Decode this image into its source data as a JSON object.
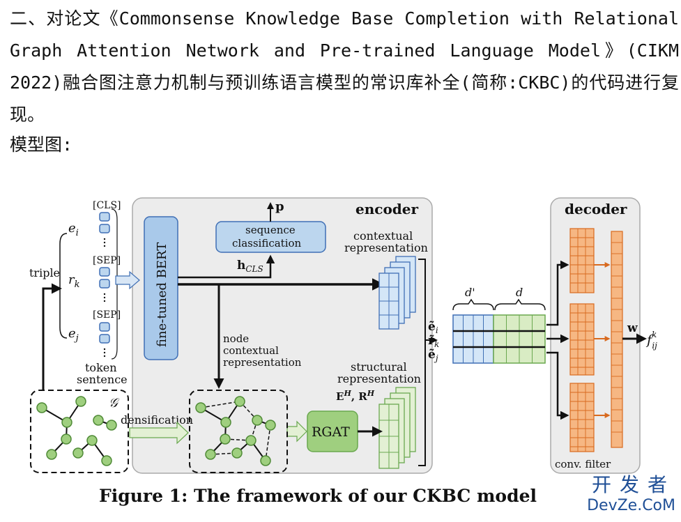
{
  "intro": {
    "text": "二、对论文《Commonsense Knowledge Base Completion with Relational Graph Attention Network and Pre-trained Language Model》(CIKM 2022)融合图注意力机制与预训练语言模型的常识库补全(简称:CKBC)的代码进行复现。",
    "figure_label": "模型图:"
  },
  "figure": {
    "encoder_title": "encoder",
    "decoder_title": "decoder",
    "bert_label": "fine-tuned BERT",
    "seq_class_line1": "sequence",
    "seq_class_line2": "classification",
    "p_label": "p",
    "hcls_label": "h",
    "hcls_sub": "CLS",
    "contextual_line1": "contextual",
    "contextual_line2": "representation",
    "node_line1": "node",
    "node_line2": "contextual",
    "node_line3": "representation",
    "structural_line1": "structural",
    "structural_line2": "representation",
    "eh_rh": "E",
    "eh_sup": "H",
    "rh": "R",
    "rgat_label": "RGAT",
    "densification": "densification",
    "graph_symbol": "𝒢",
    "triple": "triple",
    "ei": "e",
    "ei_sub": "i",
    "rk": "r",
    "rk_sub": "k",
    "ej": "e",
    "ej_sub": "j",
    "cls_token": "[CLS]",
    "sep_token_1": "[SEP]",
    "sep_token_2": "[SEP]",
    "token_sentence_1": "token",
    "token_sentence_2": "sentence",
    "d_prime": "d'",
    "d": "d",
    "tilde_e_i": "ẽ",
    "tilde_r_k": "r̃",
    "tilde_e_j": "ẽ",
    "w_label": "w",
    "f_label": "f",
    "f_sup": "k",
    "f_sub": "ij",
    "conv_filter": "conv. filter"
  },
  "caption": "Figure 1: The framework of our CKBC model",
  "watermark": {
    "cn": "开发者",
    "en": "DevZe.CoM"
  },
  "colors": {
    "blue_fill": "#bcd6ee",
    "blue_stroke": "#3f6fb5",
    "green_fill": "#d9ecc4",
    "green_stroke": "#6aa84f",
    "orange_fill": "#f6b783",
    "orange_stroke": "#d86a1f",
    "panel_bg": "#ececec"
  }
}
